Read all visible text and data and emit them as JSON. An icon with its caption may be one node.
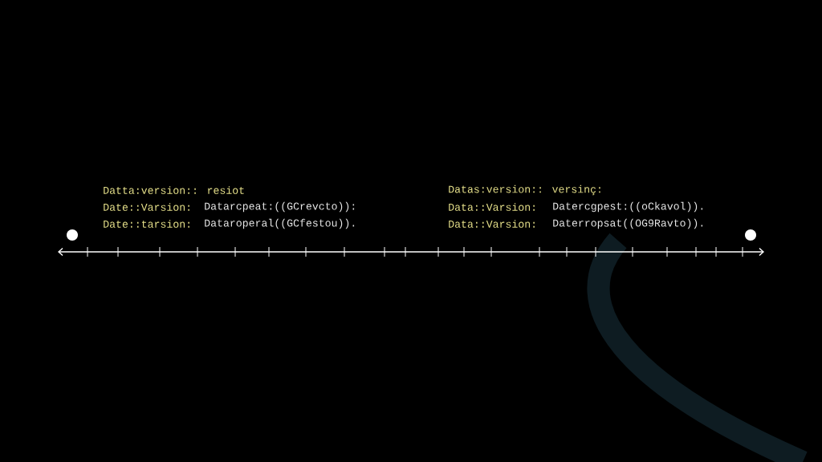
{
  "diagram": {
    "nodes": [
      {
        "text": [],
        "shape": "circle"
      },
      {
        "text": [],
        "shape": "circle"
      }
    ],
    "labels": [
      "Datta:version:: resiot",
      "Date::Varsion:",
      "Datarcpeat:((GCrevcto)):",
      "Date::tarsion:",
      "Dataroperal((GCfestou)).",
      "Datas:version:: versinç:",
      "Data::Varsion:",
      "Datercgpest:((oCkavol)).",
      "Data::Varsion:",
      "Daterropsat((OG9Ravto))."
    ]
  }
}
